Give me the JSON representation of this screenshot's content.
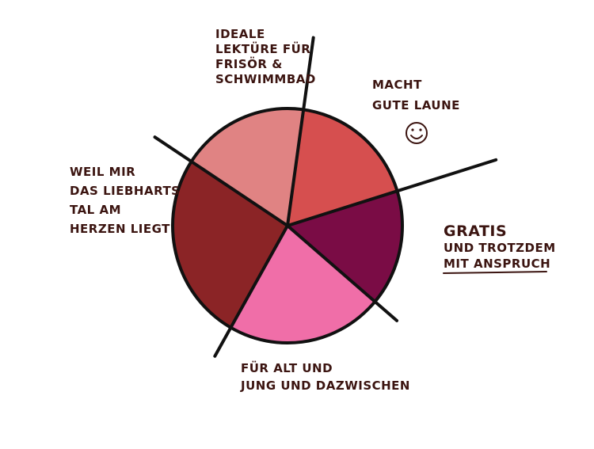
{
  "chart_data": {
    "type": "pie",
    "title": "",
    "slices": [
      {
        "label": "Macht gute Laune",
        "smiley": "☺",
        "value": 18,
        "color": "#d64f4f"
      },
      {
        "label": "Gratis und trotzdem mit Anspruch",
        "value": 16,
        "color": "#7a0c45"
      },
      {
        "label": "Für alt und jung und dazwischen",
        "value": 22,
        "color": "#f06ea8"
      },
      {
        "label": "Weil mir das Liebharts tal am Herzen liegt",
        "value": 26,
        "color": "#8b2426"
      },
      {
        "label": "Ideale Lektüre für Frisör & Schwimmbad",
        "value": 18,
        "color": "#e08383"
      }
    ],
    "labels_text": [
      [
        "IDEALE",
        "LEKTÜRE FÜR",
        "FRISÖR &",
        "SCHWIMMBAD"
      ],
      [
        "MACHT",
        "GUTE LAUNE"
      ],
      [
        "GRATIS",
        "UND TROTZDEM",
        "MIT ANSPRUCH"
      ],
      [
        "FÜR ALT UND",
        "JUNG UND DAZWISCHEN"
      ],
      [
        "WEIL MIR",
        "DAS LIEBHARTS",
        "TAL AM",
        "HERZEN LIEGT"
      ]
    ],
    "legend": "none",
    "grid": false
  }
}
